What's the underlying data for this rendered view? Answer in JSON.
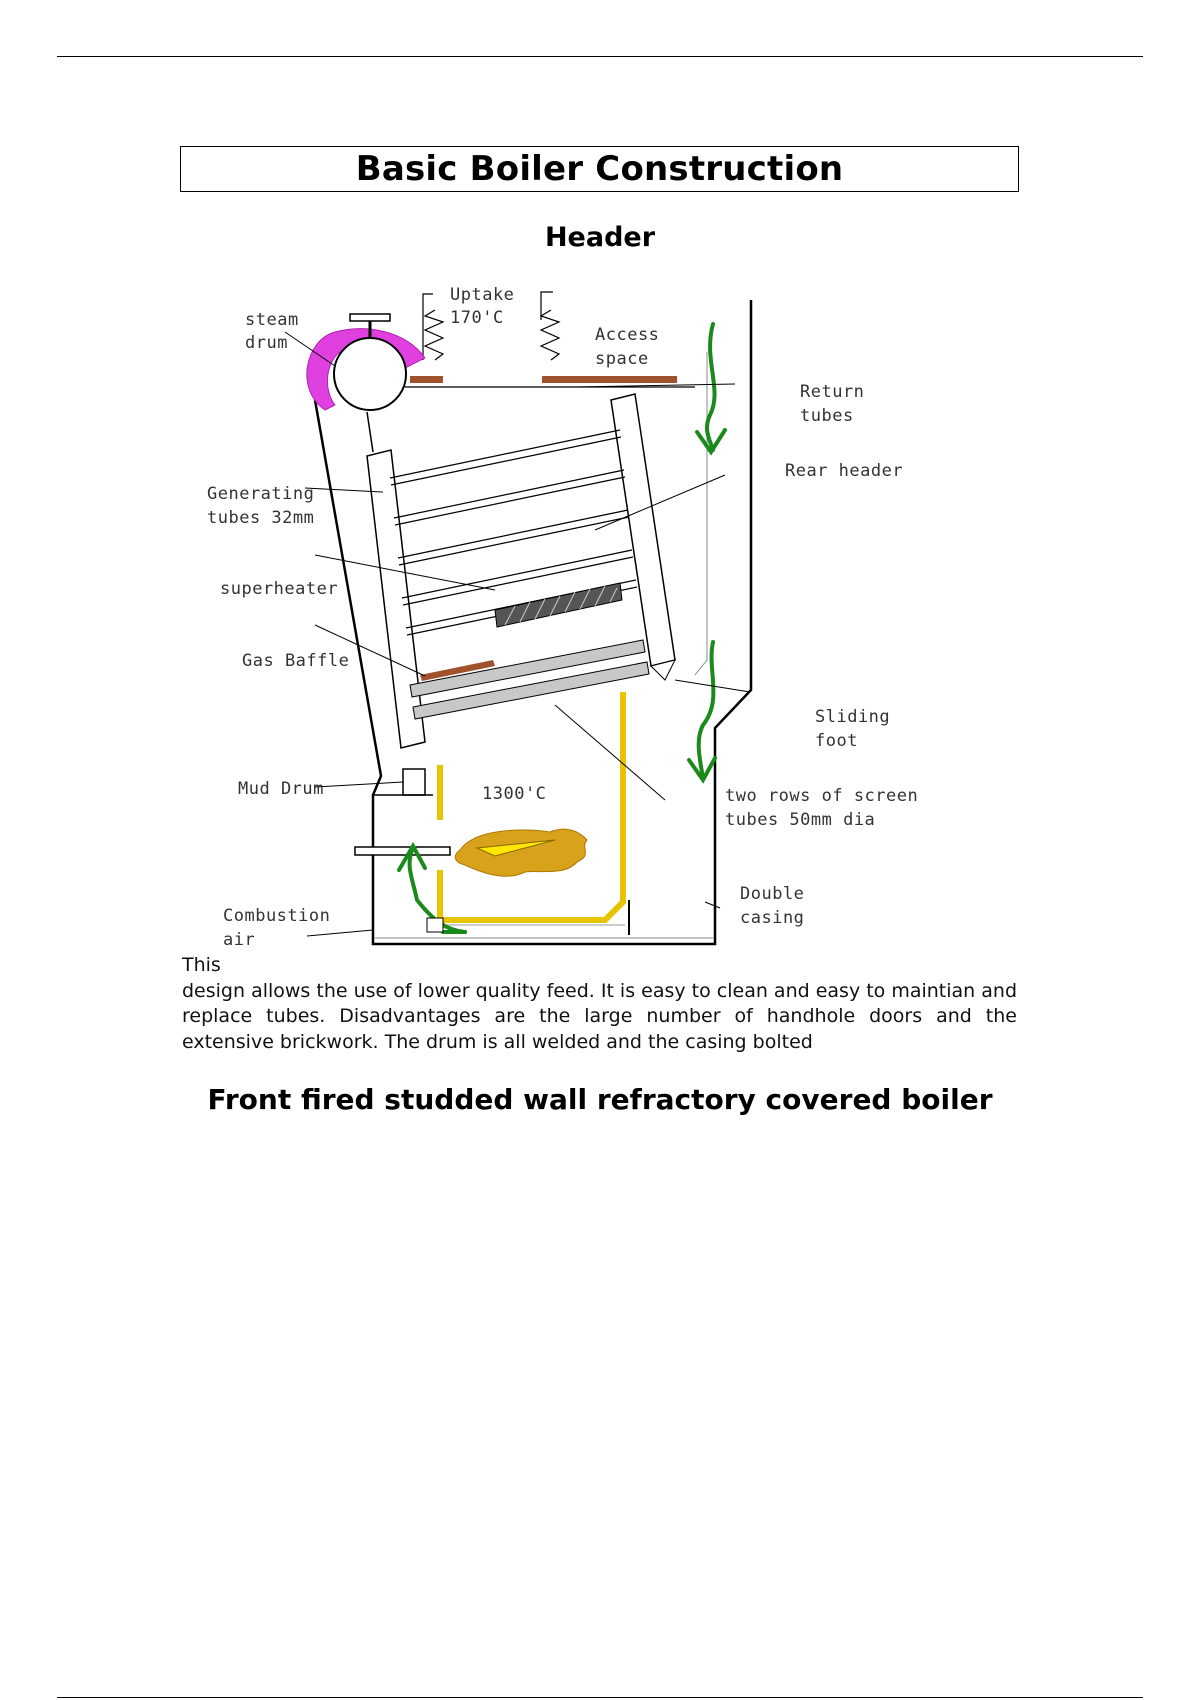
{
  "document": {
    "title": "Basic Boiler Construction",
    "heading": "Header",
    "section_heading": "Front fired studded wall refractory covered boiler",
    "paragraph_lead": "This",
    "paragraph_body": "design allows the use of lower quality feed. It is easy to clean and easy to maintian and replace tubes. Disadvantages are the large number of handhole doors and the extensive brickwork. The drum is all welded and the casing bolted"
  },
  "diagram": {
    "labels": {
      "steam_drum_1": "steam",
      "steam_drum_2": "drum",
      "uptake_1": "Uptake",
      "uptake_2": "170'C",
      "access_1": "Access",
      "access_2": "space",
      "return_1": "Return",
      "return_2": "tubes",
      "rear_header": "Rear header",
      "generating_1": "Generating",
      "generating_2": "tubes 32mm",
      "superheater": "superheater",
      "gas_baffle": "Gas Baffle",
      "sliding_1": "Sliding",
      "sliding_2": "foot",
      "mud_drum": "Mud Drum",
      "temp_furnace": "1300'C",
      "screen_1": "two rows of screen",
      "screen_2": "tubes 50mm dia",
      "double_1": "Double",
      "double_2": "casing",
      "combustion_1": "Combustion",
      "combustion_2": "air"
    },
    "colors": {
      "drum_insulation": "#e040e0",
      "brick": "#a0522d",
      "flow_arrow": "#1a8a1a",
      "furnace_wall": "#e6c400",
      "flame": "#d9a21b"
    }
  }
}
